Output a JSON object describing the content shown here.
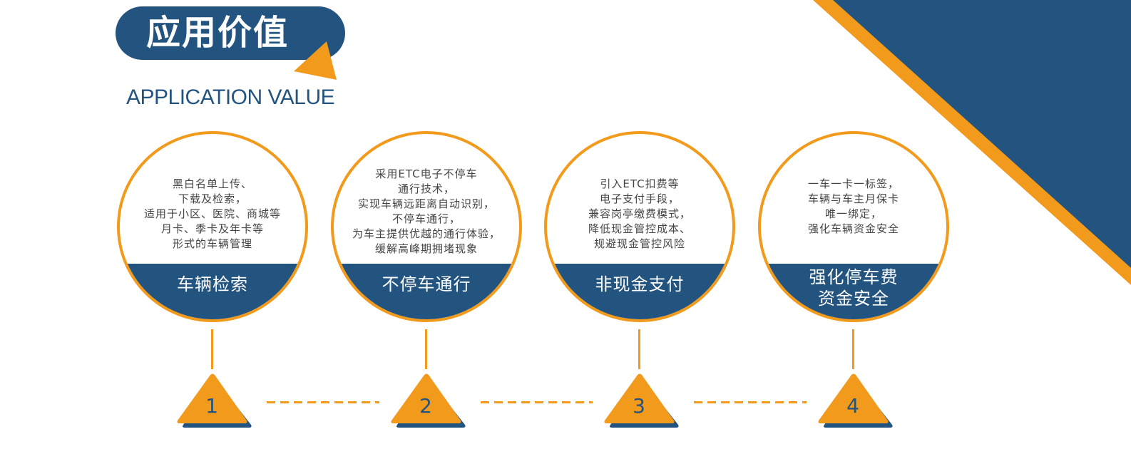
{
  "header": {
    "title": "应用价值",
    "subtitle": "APPLICATION VALUE"
  },
  "colors": {
    "navy": "#235480",
    "orange": "#f29a1c"
  },
  "cards": [
    {
      "step": "1",
      "description": [
        "黑白名单上传、",
        "下载及检索，",
        "适用于小区、医院、商城等",
        "月卡、季卡及年卡等",
        "形式的车辆管理"
      ],
      "title": [
        "车辆检索"
      ]
    },
    {
      "step": "2",
      "description": [
        "采用ETC电子不停车",
        "通行技术，",
        "实现车辆远距离自动识别，",
        "不停车通行，",
        "为车主提供优越的通行体验，",
        "缓解高峰期拥堵现象"
      ],
      "title": [
        "不停车通行"
      ]
    },
    {
      "step": "3",
      "description": [
        "引入ETC扣费等",
        "电子支付手段，",
        "兼容岗亭缴费模式，",
        "降低现金管控成本、",
        "规避现金管控风险"
      ],
      "title": [
        "非现金支付"
      ]
    },
    {
      "step": "4",
      "description": [
        "一车一卡一标签，",
        "车辆与车主月保卡",
        "唯一绑定，",
        "强化车辆资金安全"
      ],
      "title": [
        "强化停车费",
        "资金安全"
      ]
    }
  ]
}
